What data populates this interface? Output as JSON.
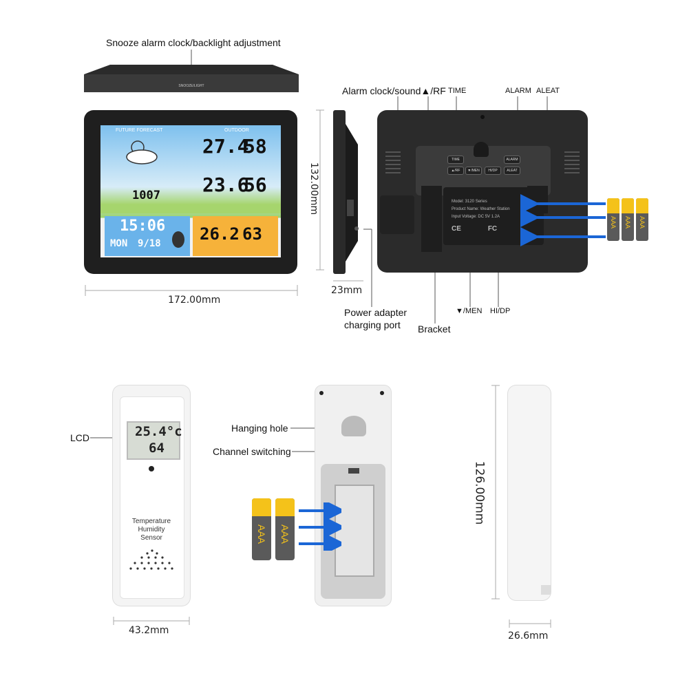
{
  "labels": {
    "snooze": "Snooze alarm clock/backlight adjustment",
    "alarm_sound": "Alarm clock/sound▲/RF",
    "time": "TIME",
    "alarm": "ALARM",
    "aleat": "ALEAT",
    "men": "▼/MEN",
    "hidp": "HI/DP",
    "bracket": "Bracket",
    "power_line1": "Power adapter",
    "power_line2": "charging port",
    "lcd": "LCD",
    "hanging_hole": "Hanging hole",
    "channel_switching": "Channel switching"
  },
  "dimensions": {
    "width_main": "172.00mm",
    "height_main": "132.00mm",
    "depth_main": "23mm",
    "width_sensor": "43.2mm",
    "height_sensor": "126.00mm",
    "depth_sensor": "26.6mm"
  },
  "main_display": {
    "forecast_title": "FUTURE FORECAST",
    "outdoor_title": "OUTDOOR",
    "outdoor_temp": "27.4",
    "outdoor_hum": "58",
    "mid_temp": "23.6",
    "mid_hum": "56",
    "pressure": "1007",
    "time": "15:06",
    "date_day": "MON",
    "date": "9/18",
    "indoor_temp": "26.2",
    "indoor_hum": "63",
    "button_strip": "SNOOZE/LIGHT"
  },
  "back_panel": {
    "buttons": [
      "TIME",
      "ALARM",
      "▲/RF",
      "▼/MEN",
      "HI/DP",
      "ALEAT"
    ],
    "label_lines": [
      "Model: 3120 Series",
      "Product Name: Weather Station",
      "Input Voltage: DC 5V 1.2A"
    ],
    "marks": [
      "CE",
      "FC"
    ]
  },
  "sensor": {
    "temp": "25.4°c",
    "hum": "64",
    "text_lines": [
      "Temperature",
      "Humidity",
      "Sensor"
    ]
  },
  "battery_label": "AAA"
}
